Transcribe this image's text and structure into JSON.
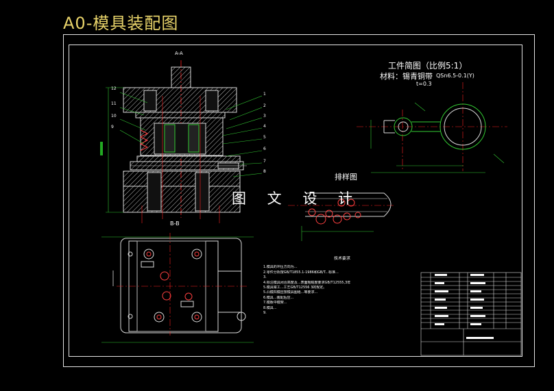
{
  "title": "A0-模具装配图",
  "watermark": "图 文 设 计",
  "section_aa": "A-A",
  "section_bb": "B-B",
  "part_view": {
    "title": "工件简图（比例5:1）",
    "material_label": "材料：锡青铜带",
    "material_spec": "QSn6.5-0.1(Y)",
    "thickness": "t=0.3"
  },
  "strip_layout_title": "排样图",
  "left_callouts": [
    "12",
    "11",
    "10",
    "9"
  ],
  "right_callouts": [
    "1",
    "2",
    "3",
    "4",
    "5",
    "6",
    "7",
    "8"
  ],
  "tech_requirements": {
    "title": "技术要求",
    "items": [
      "1.模具的冲压方向为...",
      "2.零件分析按GB/T1855.1-1986和GB/T...标准...",
      "3.",
      "4.标注模具闭合高度及...表面粗糙度要求GB/T12555,3年",
      "5.模具钳工...工艺GB/T12556 3的规定。",
      "5.凸模凹模应按模具图纸...等要求...",
      "6.模具...装配后应...",
      "7.模板中模架...",
      "8.模具...",
      "9."
    ]
  },
  "colors": {
    "background": "#000000",
    "title": "#e8d36a",
    "frame": "#e6e6e6",
    "part_line": "#33cc33",
    "hatch": "#cccccc",
    "center_line": "#ff2020",
    "leader": "#33cc33"
  }
}
